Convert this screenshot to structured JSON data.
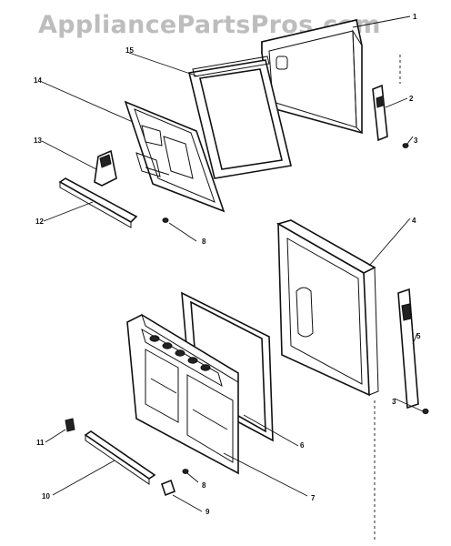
{
  "watermark": "AppliancePartsPros.com",
  "callouts": {
    "c1": "1",
    "c2": "2",
    "c3a": "3",
    "c3b": "3",
    "c4": "4",
    "c5": "5",
    "c6": "6",
    "c7": "7",
    "c8a": "8",
    "c8b": "8",
    "c9": "9",
    "c10": "10",
    "c11": "11",
    "c12": "12",
    "c13": "13",
    "c14": "14",
    "c15": "15"
  }
}
